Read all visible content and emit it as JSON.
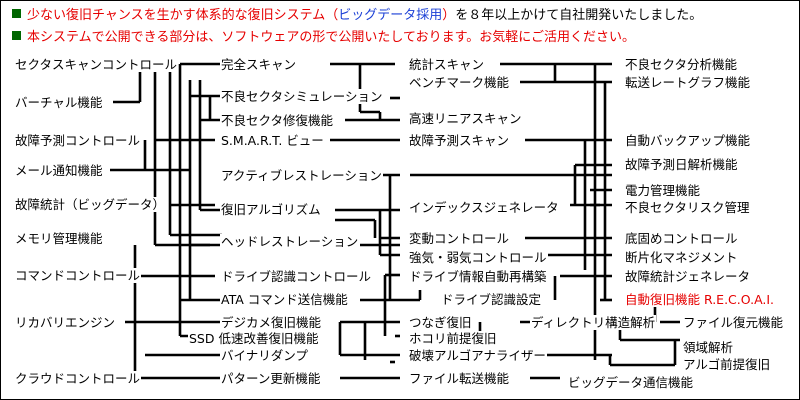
{
  "header": {
    "line1_red": "少ない復旧チャンスを生かす体系的な復旧システム（",
    "line1_blue": "ビッグデータ採用",
    "line1_red_close": "）",
    "line1_rest": "を８年以上かけて自社開発いたしました。",
    "line2": "本システムで公開できる部分は、ソフトウェアの形で公開いたしております。お気軽にご活用ください。"
  },
  "nodes": {
    "n1": "セクタスキャンコントロール",
    "n2": "バーチャル機能",
    "n3": "故障予測コントロール",
    "n4": "メール通知機能",
    "n5": "故障統計（ビッグデータ）",
    "n6": "メモリ管理機能",
    "n7": "コマンドコントロール",
    "n8": "リカバリエンジン",
    "n9": "クラウドコントロール",
    "c1": "完全スキャン",
    "c2": "不良セクタシミュレーション",
    "c3": "不良セクタ修復機能",
    "c4": "S.M.A.R.T. ビュー",
    "c5": "アクティブレストレーション",
    "c6": "復旧アルゴリズム",
    "c7": "ヘッドレストレーション",
    "c8": "ドライブ認識コントロール",
    "c9": "ATA コマンド送信機能",
    "c10": "デジカメ復旧機能",
    "c11": "SSD 低速改善復旧機能",
    "c12": "バイナリダンプ",
    "c13": "パターン更新機能",
    "m1": "統計スキャン",
    "m2": "ベンチマーク機能",
    "m3": "高速リニアスキャン",
    "m4": "故障予測スキャン",
    "m5": "インデックスジェネレータ",
    "m6": "変動コントロール",
    "m7": "強気・弱気コントロール",
    "m8": "ドライブ情報自動再構築",
    "m9": "ドライブ認識設定",
    "m10": "つなぎ復旧",
    "m11": "ホコリ前提復旧",
    "m12": "破壊アルゴアナライザー",
    "m13": "ファイル転送機能",
    "m14": "ディレクトリ構造解析",
    "m15": "ビッグデータ通信機能",
    "r1": "不良セクタ分析機能",
    "r2": "転送レートグラフ機能",
    "r3": "自動バックアップ機能",
    "r4": "故障予測日解析機能",
    "r5": "電力管理機能",
    "r6": "不良セクタリスク管理",
    "r7": "底固めコントロール",
    "r8": "断片化マネジメント",
    "r9": "故障統計ジェネレータ",
    "r10": "自動復旧機能 R.E.C.O.A.I.",
    "r11": "ファイル復元機能",
    "r12": "領域解析",
    "r13": "アルゴ前提復旧"
  }
}
